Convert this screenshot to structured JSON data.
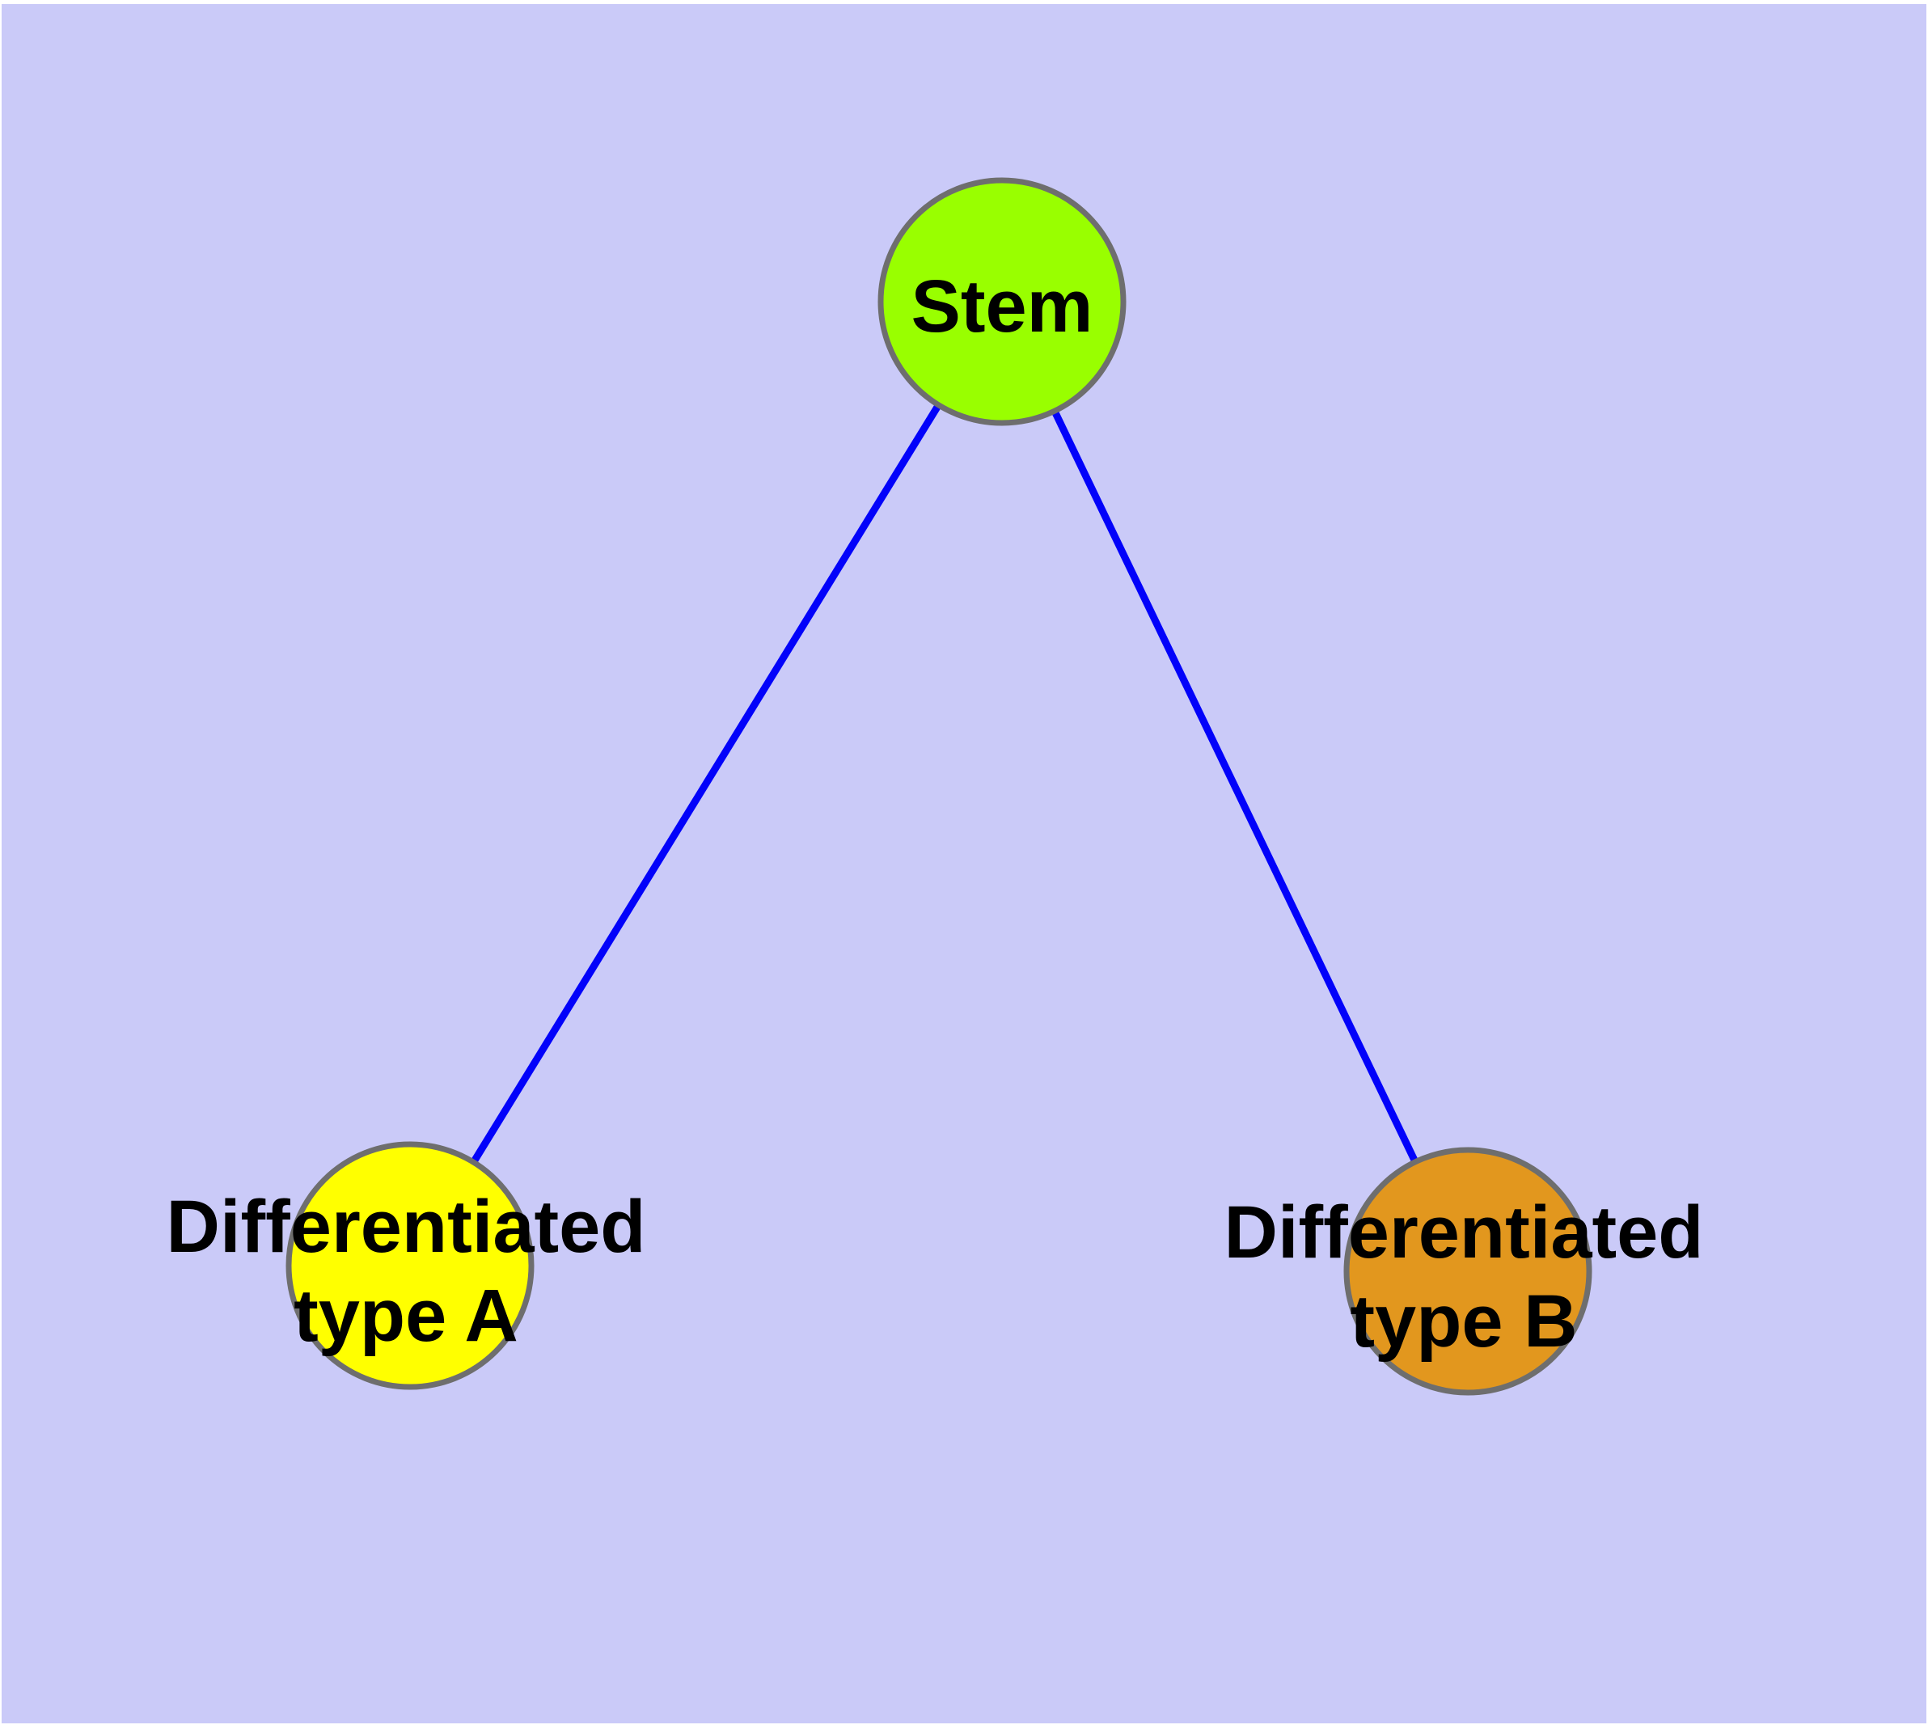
{
  "diagram": {
    "type": "graph",
    "background_color": "#cacaf8",
    "page_color": "#ffffff",
    "edge_color": "#0202fa",
    "node_border_color": "#6e6e6e",
    "text_color": "#000000",
    "nodes": [
      {
        "id": "stem",
        "label": "Stem",
        "color": "#99ff00",
        "shape": "circle"
      },
      {
        "id": "differentiated-type-a",
        "label": "Differentiated type A",
        "label_line1": "Differentiated",
        "label_line2": "type A",
        "color": "#ffff00",
        "shape": "circle"
      },
      {
        "id": "differentiated-type-b",
        "label": "Differentiated type B",
        "label_line1": "Differentiated",
        "label_line2": "type B",
        "color": "#e2971e",
        "shape": "circle"
      }
    ],
    "edges": [
      {
        "from": "Stem",
        "to": "Differentiated type A"
      },
      {
        "from": "Stem",
        "to": "Differentiated type B"
      }
    ]
  }
}
